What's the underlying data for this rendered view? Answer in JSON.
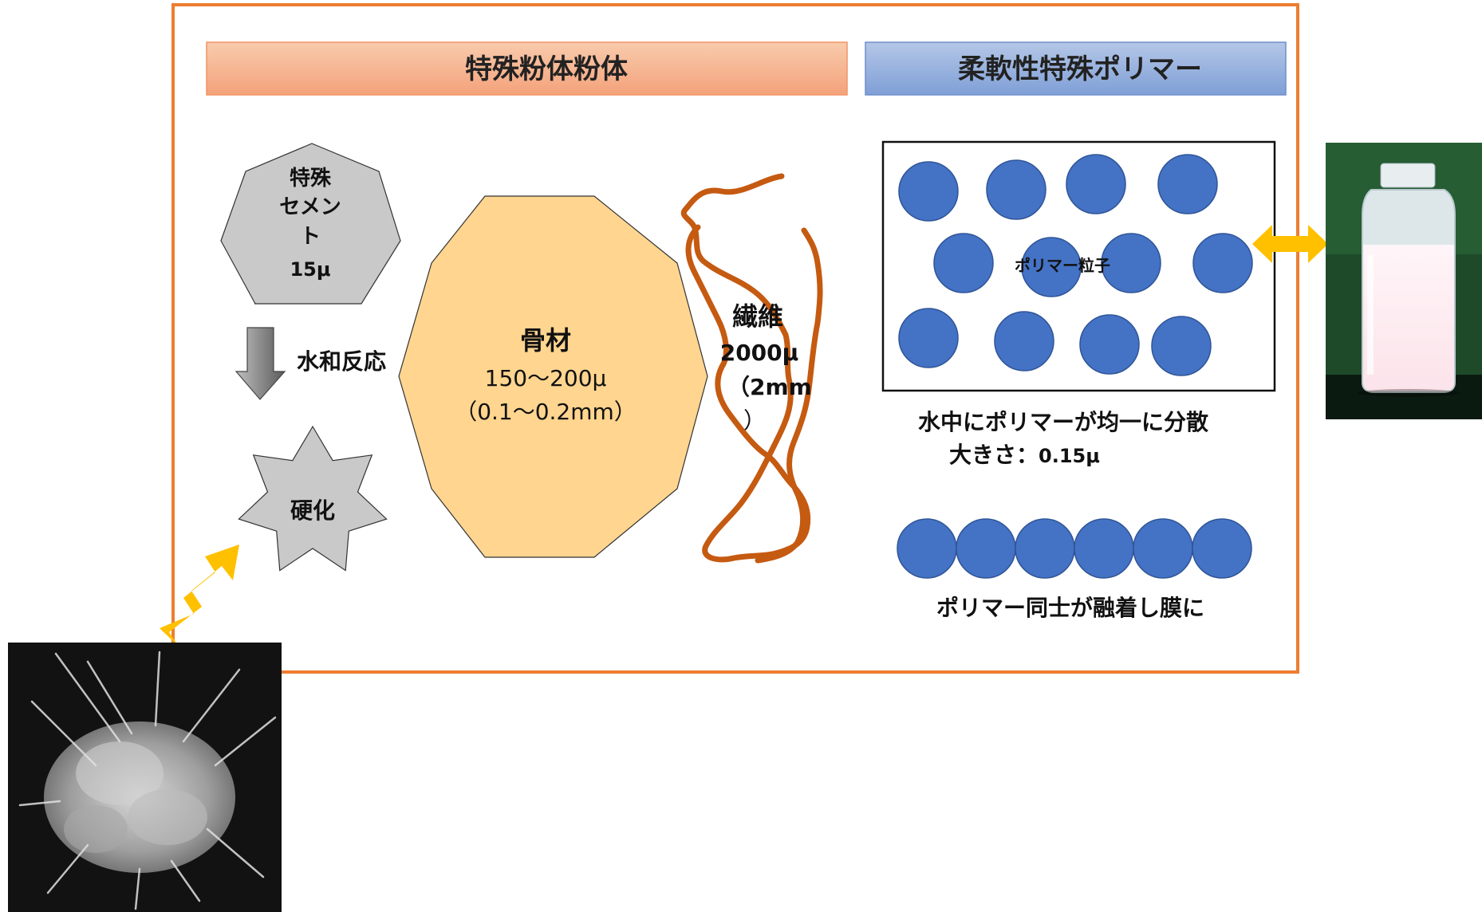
{
  "headers": {
    "left": "特殊粉体粉体",
    "right": "柔軟性特殊ポリマー"
  },
  "cement": {
    "line1": "特殊",
    "line2": "セメン",
    "line3": "ト",
    "size": "15μ"
  },
  "reaction": "水和反応",
  "hardening": "硬化",
  "aggregate": {
    "title": "骨材",
    "size": "150～200μ",
    "size_mm": "（0.1～0.2mm）"
  },
  "fiber": {
    "title": "繊維",
    "size": "2000μ",
    "size_mm_open": "（2mm",
    "size_mm_close": "）"
  },
  "polymer": {
    "particle_label": "ポリマー粒子",
    "dispersion_text": "水中にポリマーが均一に分散",
    "size_label": "大きさ：",
    "size_value": "0.15μ",
    "film_text": "ポリマー同士が融着し膜に"
  },
  "colors": {
    "frame": "#ED7D31",
    "left_header": "#F4B183",
    "right_header": "#8FAADC",
    "aggregate_fill": "#FFD58F",
    "shape_gray": "#C9C9C9",
    "polymer_blue": "#4472C4",
    "fiber_brown": "#C55A11",
    "double_arrow": "#FFC000"
  }
}
